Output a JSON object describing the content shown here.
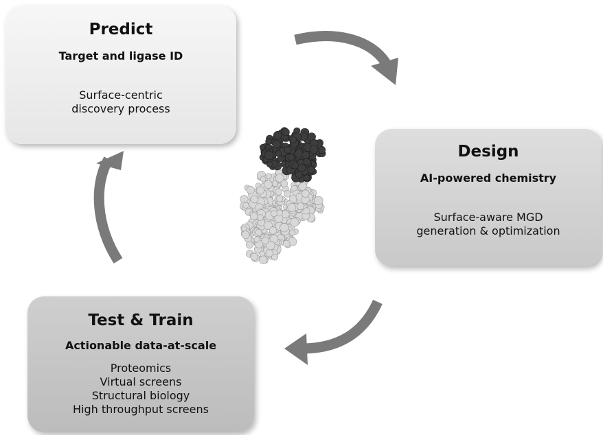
{
  "stages": {
    "predict": {
      "title": "Predict",
      "subtitle": "Target and ligase ID",
      "description": [
        "Surface-centric",
        "discovery process"
      ]
    },
    "design": {
      "title": "Design",
      "subtitle": "AI-powered chemistry",
      "description": [
        "Surface-aware MGD",
        "generation & optimization"
      ]
    },
    "test_train": {
      "title": "Test & Train",
      "subtitle": "Actionable data-at-scale",
      "description": [
        "Proteomics",
        "Virtual screens",
        "Structural biology",
        "High throughput screens"
      ]
    }
  },
  "icons": {
    "cycle_arrows": "curved-arrow-icon",
    "center_image": "protein-structure-icon"
  },
  "colors": {
    "arrow": "#7a7a7a",
    "protein_top": "#3d3d3d",
    "protein_bottom": "#d8d8d8"
  }
}
